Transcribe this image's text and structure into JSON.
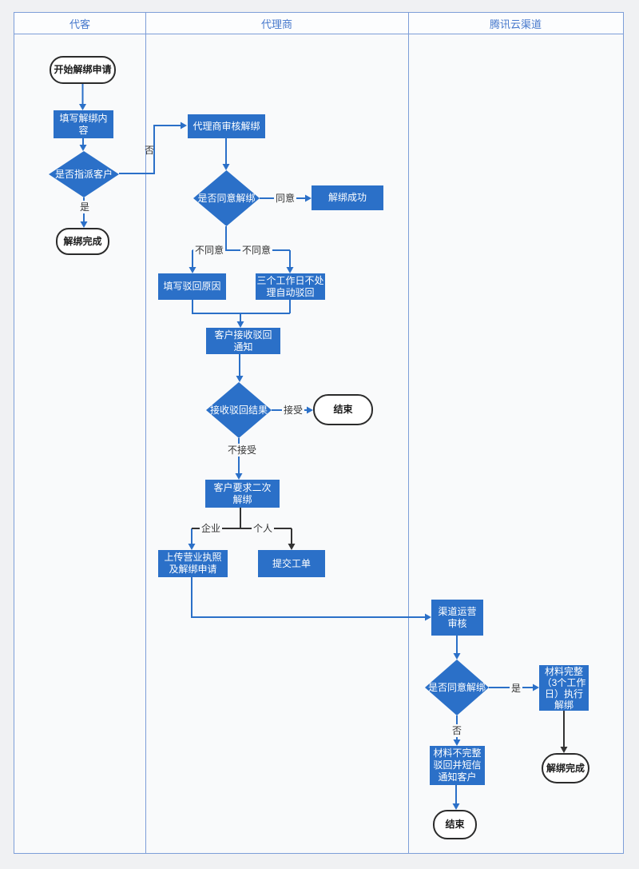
{
  "colors": {
    "node_blue": "#2b70c8",
    "lane_border": "#7d9ed8",
    "header_text": "#4678cc",
    "edge_black": "#333333",
    "terminator_border": "#2b2b2b",
    "canvas_background": "#f9fafb"
  },
  "lanes": [
    "代客",
    "代理商",
    "腾讯云渠道"
  ],
  "nodes": {
    "start": "开始解绑申请",
    "fill_content": "填写解绑内\n容",
    "assign_decision": "是否指派客户",
    "unbind_done_1": "解绑完成",
    "agent_review": "代理商审核解绑",
    "agree_decision_1": "是否同意解绑",
    "unbind_success": "解绑成功",
    "fill_reject_reason": "填写驳回原因",
    "auto_reject": "三个工作日不处\n理自动驳回",
    "customer_receive_notice": "客户接收驳回\n通知",
    "receive_reject_result": "接收驳回结果",
    "end_1": "结束",
    "second_unbind": "客户要求二次\n解绑",
    "upload_license": "上传营业执照\n及解绑申请",
    "submit_ticket": "提交工单",
    "channel_review": "渠道运营\n审核",
    "agree_decision_2": "是否同意解绑",
    "materials_complete": "材料完整\n（3个工作\n日）执行\n解绑",
    "materials_incomplete": "材料不完整\n驳回并短信\n通知客户",
    "end_2": "结束",
    "unbind_done_2": "解绑完成"
  },
  "edge_labels": {
    "no1": "否",
    "yes1": "是",
    "agree": "同意",
    "disagree_left": "不同意",
    "disagree_right": "不同意",
    "accept": "接受",
    "not_accept": "不接受",
    "enterprise": "企业",
    "personal": "个人",
    "yes2": "是",
    "no2": "否"
  }
}
